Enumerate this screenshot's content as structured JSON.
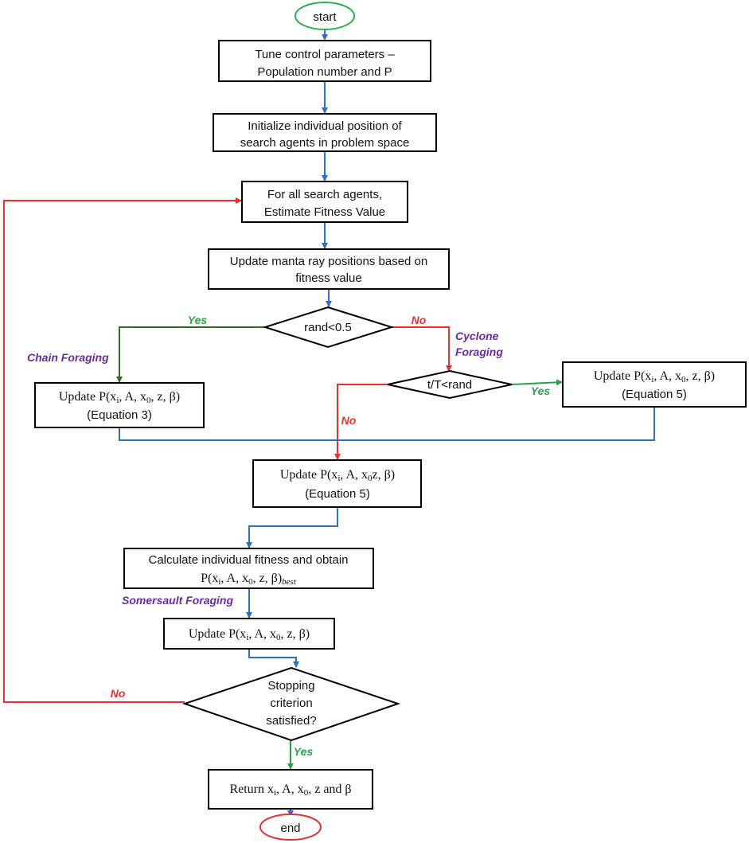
{
  "colors": {
    "flow_blue": "#2f6fbf",
    "no_red": "#e53030",
    "yes_green": "#2e9e4a",
    "yes_dark_green": "#2e6e1e",
    "label_purple": "#6a2aa0",
    "start_green": "#2bb04a",
    "end_red": "#e53030"
  },
  "nodes": {
    "start": "start",
    "tune": {
      "line1": "Tune control parameters –",
      "line2": "Population number and P"
    },
    "init": {
      "line1": "Initialize individual position of",
      "line2": "search agents in problem space"
    },
    "fitness": {
      "line1": "For all search agents,",
      "line2": "Estimate Fitness Value"
    },
    "update_pos": {
      "line1": "Update manta ray positions based on",
      "line2": "fitness value"
    },
    "decision_rand": "rand<0.5",
    "decision_t": "t/T<rand",
    "chain_update": {
      "prefix": "Update P(x",
      "sub": "i",
      "rest": ", A, x",
      "sub2": "0",
      "tail": ", z, β)",
      "line2": "(Equation 3)"
    },
    "cyclone_update": {
      "prefix": "Update P(x",
      "sub": "i",
      "rest": ", A, x",
      "sub2": "0",
      "tail": ", z, β)",
      "line2": "(Equation 5)"
    },
    "middle_update": {
      "prefix": "Update P(x",
      "sub": "i",
      "rest": ", A, x",
      "sub2": "0",
      "tail": "z, β)",
      "line2": "(Equation 5)"
    },
    "calc": {
      "line1": "Calculate individual fitness and obtain",
      "prefix": "P(x",
      "sub": "i",
      "rest": ", A, x",
      "sub2": "0",
      "tail": ", z, β)",
      "sub3": "best"
    },
    "somersault_update": {
      "prefix": "Update P(x",
      "sub": "i",
      "rest": ", A, x",
      "sub2": "0",
      "tail": ", z, β)"
    },
    "stop": {
      "line1": "Stopping",
      "line2": "criterion",
      "line3": "satisfied?"
    },
    "ret": {
      "prefix": "Return x",
      "sub": "i",
      "rest": ", A, x",
      "sub2": "0",
      "tail": ", z and β"
    },
    "end": "end"
  },
  "labels": {
    "yes_rand": "Yes",
    "no_rand": "No",
    "chain": "Chain Foraging",
    "cyclone1": "Cyclone",
    "cyclone2": "Foraging",
    "yes_t": "Yes",
    "no_t": "No",
    "somersault": "Somersault Foraging",
    "no_stop": "No",
    "yes_stop": "Yes"
  }
}
